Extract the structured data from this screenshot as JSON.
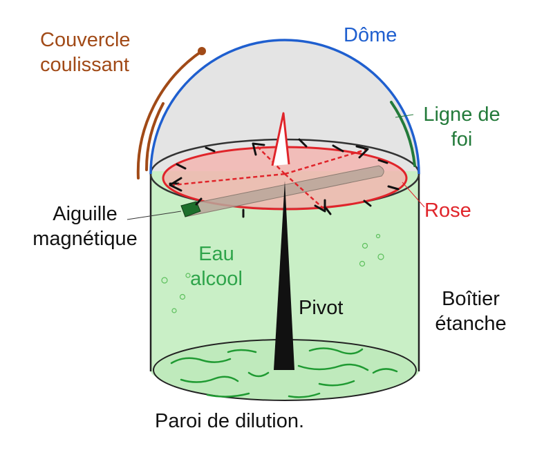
{
  "labels": {
    "couvercle": [
      "Couvercle",
      "coulissant"
    ],
    "dome": "Dôme",
    "ligne_de_foi": [
      "Ligne de",
      "foi"
    ],
    "rose": "Rose",
    "aiguille": [
      "Aiguille",
      "magnétique"
    ],
    "eau_alcool": [
      "Eau",
      "alcool"
    ],
    "pivot": "Pivot",
    "boitier": [
      "Boîtier",
      "étanche"
    ],
    "paroi": "Paroi de dilution."
  },
  "colors": {
    "couvercle": "#a14a17",
    "dome": "#1f5fcf",
    "ligne_de_foi": "#237a3a",
    "rose": "#e0242a",
    "liquid": "#c9efc6",
    "text": "#111111"
  }
}
